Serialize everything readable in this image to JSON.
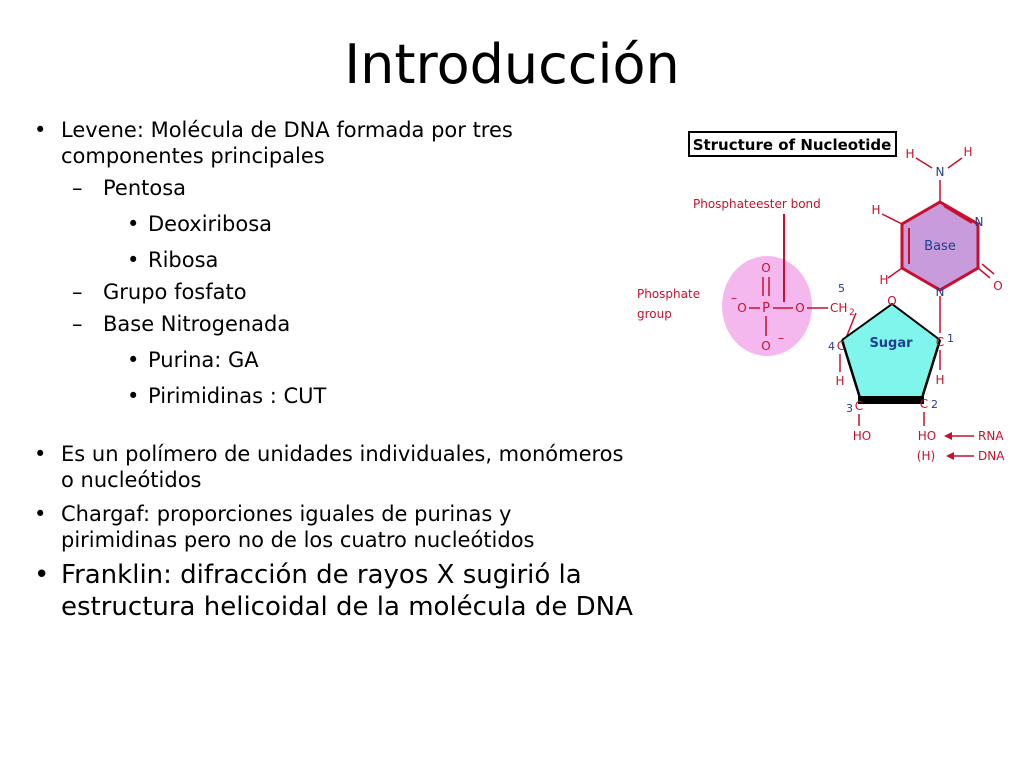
{
  "slide": {
    "title": "Introducción",
    "bullets": {
      "levene": "Levene: Molécula de DNA formada por tres componentes principales",
      "pentosa": "Pentosa",
      "deoxiribosa": "Deoxiribosa",
      "ribosa": "Ribosa",
      "grupo_fosfato": "Grupo fosfato",
      "base_nitrogenada": "Base Nitrogenada",
      "purina": "Purina: GA",
      "pirimidinas": "Pirimidinas : CUT",
      "polimero": "Es un polímero de unidades individuales, monómeros o nucleótidos",
      "chargaf": "Chargaf: proporciones iguales de purinas y pirimidinas pero no de  los cuatro nucleótidos",
      "franklin": "Franklin: difracción de rayos X sugirió la estructura helicoidal de la molécula de DNA"
    },
    "bullet_symbols": {
      "level1": "•",
      "level2": "–",
      "level3": "•"
    }
  },
  "diagram": {
    "title": "Structure of Nucleotide",
    "phosphoester_label": "Phosphateester bond",
    "phosphate_group_label_1": "Phosphate",
    "phosphate_group_label_2": "group",
    "base_label": "Base",
    "sugar_label": "Sugar",
    "atoms": {
      "O": "O",
      "P": "P",
      "N": "N",
      "H": "H",
      "C": "C",
      "CH": "CH",
      "sub2": "2",
      "HO": "HO",
      "minus": "–",
      "H_paren": "(H)"
    },
    "carbon_numbers": {
      "c1": "1",
      "c2": "2",
      "c3": "3",
      "c4": "4",
      "c5": "5"
    },
    "rna_label": "RNA",
    "dna_label": "DNA",
    "colors": {
      "red": "#c8102e",
      "blue": "#1f3f8f",
      "pink": "#f5b8ee",
      "purple": "#c79bdc",
      "cyan": "#7ff5ec"
    }
  }
}
